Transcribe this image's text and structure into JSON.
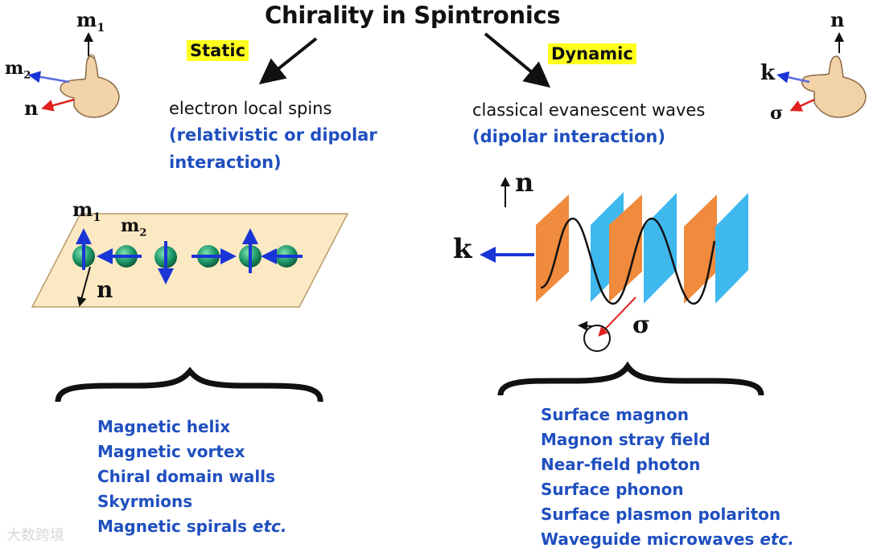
{
  "title": "Chirality in Spintronics",
  "static": {
    "tag": "Static",
    "heading": "electron local spins",
    "note_line1": "(relativistic or dipolar",
    "note_line2": "interaction)",
    "items": [
      "Magnetic helix",
      "Magnetic vortex",
      "Chiral domain walls",
      "Skyrmions",
      "Magnetic spirals"
    ],
    "last_item_suffix": "etc.",
    "hand_labels": {
      "up": "m1",
      "left": "m2",
      "down": "n"
    },
    "lattice_labels": {
      "m1": "m1",
      "m2": "m2",
      "n": "n"
    }
  },
  "dynamic": {
    "tag": "Dynamic",
    "heading": "classical evanescent waves",
    "note": "(dipolar interaction)",
    "items": [
      "Surface magnon",
      "Magnon stray field",
      "Near-field photon",
      "Surface phonon",
      "Surface plasmon polariton",
      "Waveguide microwaves"
    ],
    "last_item_suffix": "etc.",
    "hand_labels": {
      "up": "n",
      "left": "k",
      "down": "σ"
    },
    "wave_labels": {
      "n": "n",
      "k": "k",
      "sigma": "σ"
    }
  },
  "watermark": "大数跨境",
  "colors": {
    "highlight": "#ffff1e",
    "blue_text": "#1f4fbf",
    "orange_plate": "#f08a3c",
    "cyan_plate": "#3fb8ee",
    "plane": "#fbe9c3",
    "arrow_blue": "#1a35d6",
    "arrow_red": "#e0201c",
    "sphere": "#1f9a6a"
  }
}
